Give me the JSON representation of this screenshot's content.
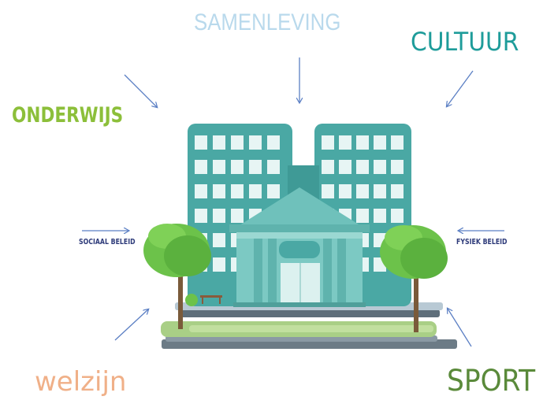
{
  "labels": {
    "samenleving": "SAMENLEVING",
    "cultuur": "CULTUUR",
    "onderwijs": "ONDERWIJS",
    "sociaal_beleid": "SOCIAAL BELEID",
    "fysiek_beleid": "FYSIEK BELEID",
    "welzijn": "welzijn",
    "sport": "SPORT"
  },
  "colors": {
    "samenleving": "#b9d9ec",
    "cultuur": "#1e9c9a",
    "onderwijs": "#8cbf3a",
    "beleid": "#2e3b7a",
    "welzijn": "#f0b088",
    "sport": "#5a8a3a",
    "arrow": "#5b7fc4",
    "building": "#4fb0ac",
    "tree": "#6cc24a"
  },
  "icons": {
    "center": "government-building-icon"
  }
}
